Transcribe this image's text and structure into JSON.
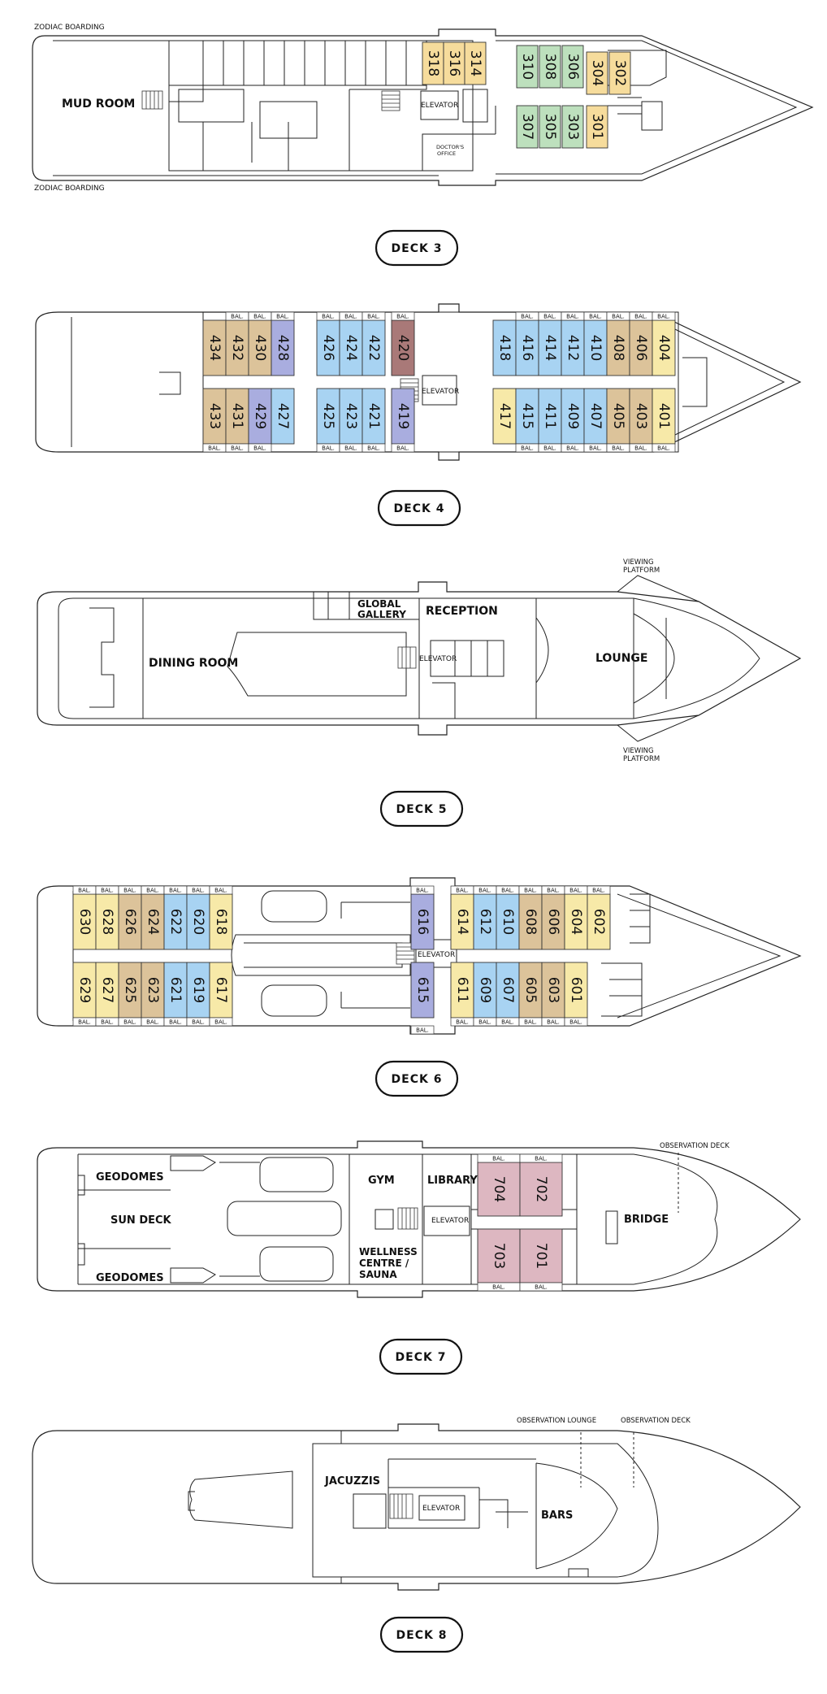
{
  "colors": {
    "yellow": "#f7e9a8",
    "tan": "#dcc39a",
    "blue": "#a8d3f2",
    "green": "#bde0bd",
    "lavender": "#a9addf",
    "mauve": "#a97978",
    "pink": "#ddb7c1",
    "orange": "#f6dc9c"
  },
  "decks": [
    {
      "label": "DECK 3",
      "rooms": [
        "MUD ROOM",
        "ELEVATOR",
        "DOCTOR'S",
        "OFFICE"
      ],
      "notes": [
        "ZODIAC BOARDING",
        "ZODIAC BOARDING"
      ],
      "cabins": [
        {
          "num": "318",
          "color": "orange"
        },
        {
          "num": "316",
          "color": "orange"
        },
        {
          "num": "314",
          "color": "orange"
        },
        {
          "num": "310",
          "color": "green"
        },
        {
          "num": "308",
          "color": "green"
        },
        {
          "num": "306",
          "color": "green"
        },
        {
          "num": "304",
          "color": "orange"
        },
        {
          "num": "302",
          "color": "orange"
        },
        {
          "num": "307",
          "color": "green"
        },
        {
          "num": "305",
          "color": "green"
        },
        {
          "num": "303",
          "color": "green"
        },
        {
          "num": "301",
          "color": "orange"
        }
      ]
    },
    {
      "label": "DECK 4",
      "rooms": [
        "ELEVATOR"
      ],
      "balcony": "BAL.",
      "cabins": [
        {
          "num": "434",
          "color": "tan"
        },
        {
          "num": "432",
          "color": "tan"
        },
        {
          "num": "430",
          "color": "tan"
        },
        {
          "num": "428",
          "color": "lavender"
        },
        {
          "num": "426",
          "color": "blue"
        },
        {
          "num": "424",
          "color": "blue"
        },
        {
          "num": "422",
          "color": "blue"
        },
        {
          "num": "420",
          "color": "mauve"
        },
        {
          "num": "418",
          "color": "blue"
        },
        {
          "num": "416",
          "color": "blue"
        },
        {
          "num": "414",
          "color": "blue"
        },
        {
          "num": "412",
          "color": "blue"
        },
        {
          "num": "410",
          "color": "blue"
        },
        {
          "num": "408",
          "color": "tan"
        },
        {
          "num": "406",
          "color": "tan"
        },
        {
          "num": "404",
          "color": "yellow"
        },
        {
          "num": "433",
          "color": "tan"
        },
        {
          "num": "431",
          "color": "tan"
        },
        {
          "num": "429",
          "color": "lavender"
        },
        {
          "num": "427",
          "color": "blue"
        },
        {
          "num": "425",
          "color": "blue"
        },
        {
          "num": "423",
          "color": "blue"
        },
        {
          "num": "421",
          "color": "blue"
        },
        {
          "num": "419",
          "color": "lavender"
        },
        {
          "num": "417",
          "color": "yellow"
        },
        {
          "num": "415",
          "color": "blue"
        },
        {
          "num": "411",
          "color": "blue"
        },
        {
          "num": "409",
          "color": "blue"
        },
        {
          "num": "407",
          "color": "blue"
        },
        {
          "num": "405",
          "color": "tan"
        },
        {
          "num": "403",
          "color": "tan"
        },
        {
          "num": "401",
          "color": "yellow"
        }
      ]
    },
    {
      "label": "DECK 5",
      "rooms": [
        "DINING ROOM",
        "GLOBAL",
        "GALLERY",
        "RECEPTION",
        "ELEVATOR",
        "LOUNGE"
      ],
      "notes": [
        "VIEWING",
        "PLATFORM",
        "VIEWING",
        "PLATFORM"
      ]
    },
    {
      "label": "DECK 6",
      "rooms": [
        "ELEVATOR"
      ],
      "balcony": "BAL.",
      "cabins": [
        {
          "num": "630",
          "color": "yellow"
        },
        {
          "num": "628",
          "color": "yellow"
        },
        {
          "num": "626",
          "color": "tan"
        },
        {
          "num": "624",
          "color": "tan"
        },
        {
          "num": "622",
          "color": "blue"
        },
        {
          "num": "620",
          "color": "blue"
        },
        {
          "num": "618",
          "color": "yellow"
        },
        {
          "num": "616",
          "color": "lavender"
        },
        {
          "num": "614",
          "color": "yellow"
        },
        {
          "num": "612",
          "color": "blue"
        },
        {
          "num": "610",
          "color": "blue"
        },
        {
          "num": "608",
          "color": "tan"
        },
        {
          "num": "606",
          "color": "tan"
        },
        {
          "num": "604",
          "color": "yellow"
        },
        {
          "num": "602",
          "color": "yellow"
        },
        {
          "num": "629",
          "color": "yellow"
        },
        {
          "num": "627",
          "color": "yellow"
        },
        {
          "num": "625",
          "color": "tan"
        },
        {
          "num": "623",
          "color": "tan"
        },
        {
          "num": "621",
          "color": "blue"
        },
        {
          "num": "619",
          "color": "blue"
        },
        {
          "num": "617",
          "color": "yellow"
        },
        {
          "num": "615",
          "color": "lavender"
        },
        {
          "num": "611",
          "color": "yellow"
        },
        {
          "num": "609",
          "color": "blue"
        },
        {
          "num": "607",
          "color": "blue"
        },
        {
          "num": "605",
          "color": "tan"
        },
        {
          "num": "603",
          "color": "tan"
        },
        {
          "num": "601",
          "color": "yellow"
        }
      ]
    },
    {
      "label": "DECK 7",
      "rooms": [
        "GEODOMES",
        "SUN DECK",
        "GEODOMES",
        "GYM",
        "LIBRARY",
        "ELEVATOR",
        "WELLNESS",
        "CENTRE /",
        "SAUNA",
        "BRIDGE"
      ],
      "notes": [
        "OBSERVATION DECK"
      ],
      "balcony": "BAL.",
      "cabins": [
        {
          "num": "704",
          "color": "pink"
        },
        {
          "num": "702",
          "color": "pink"
        },
        {
          "num": "703",
          "color": "pink"
        },
        {
          "num": "701",
          "color": "pink"
        }
      ]
    },
    {
      "label": "DECK 8",
      "rooms": [
        "JACUZZIS",
        "ELEVATOR",
        "BARS"
      ],
      "notes": [
        "OBSERVATION LOUNGE",
        "OBSERVATION DECK"
      ]
    }
  ]
}
